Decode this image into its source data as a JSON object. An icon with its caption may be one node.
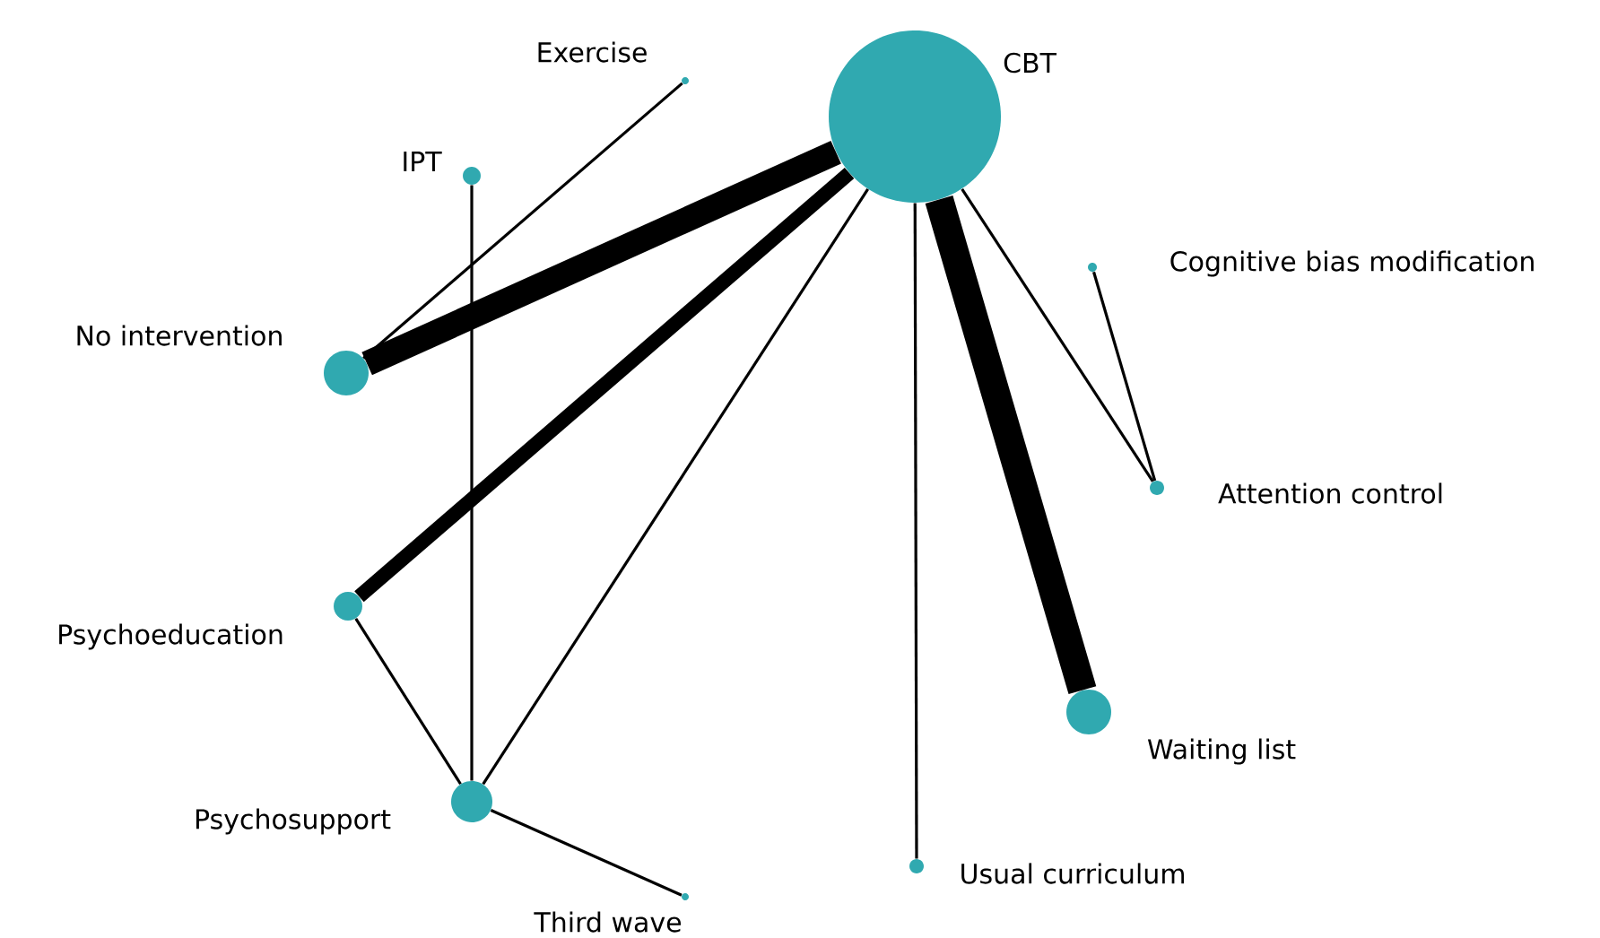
{
  "diagram": {
    "nodes": [
      {
        "text": [
          "CBT"
        ]
      },
      {
        "text": [
          "Exercise"
        ]
      },
      {
        "text": [
          "IPT"
        ]
      },
      {
        "text": [
          "No intervention"
        ]
      },
      {
        "text": [
          "Cognitive bias modification"
        ]
      },
      {
        "text": [
          "Attention control"
        ]
      },
      {
        "text": [
          "Psychoeducation"
        ]
      },
      {
        "text": [
          "Waiting list"
        ]
      },
      {
        "text": [
          "Psychosupport"
        ]
      },
      {
        "text": [
          "Third wave"
        ]
      },
      {
        "text": [
          "Usual curriculum"
        ]
      }
    ],
    "edges": [
      {
        "from": 0,
        "to": 3,
        "arrow": "none",
        "style": "thick"
      },
      {
        "from": 0,
        "to": 7,
        "arrow": "none",
        "style": "thick"
      },
      {
        "from": 0,
        "to": 6,
        "arrow": "none",
        "style": "thick"
      },
      {
        "from": 0,
        "to": 8,
        "arrow": "none"
      },
      {
        "from": 0,
        "to": 10,
        "arrow": "none"
      },
      {
        "from": 0,
        "to": 5,
        "arrow": "none"
      },
      {
        "from": 1,
        "to": 3,
        "arrow": "none"
      },
      {
        "from": 2,
        "to": 8,
        "arrow": "none"
      },
      {
        "from": 4,
        "to": 5,
        "arrow": "none"
      },
      {
        "from": 6,
        "to": 8,
        "arrow": "none"
      },
      {
        "from": 8,
        "to": 9,
        "arrow": "none"
      }
    ]
  }
}
